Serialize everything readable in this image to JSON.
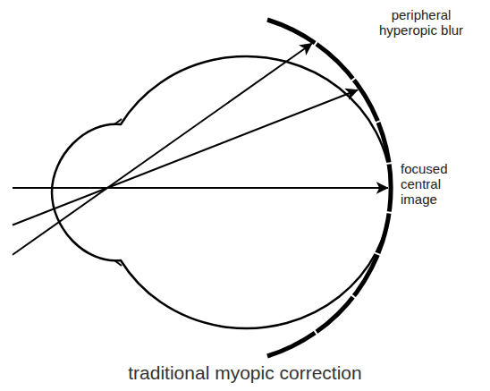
{
  "diagram": {
    "caption": "traditional myopic correction",
    "labels": [
      "peripheral hyperopic blur",
      "focused central image"
    ]
  }
}
